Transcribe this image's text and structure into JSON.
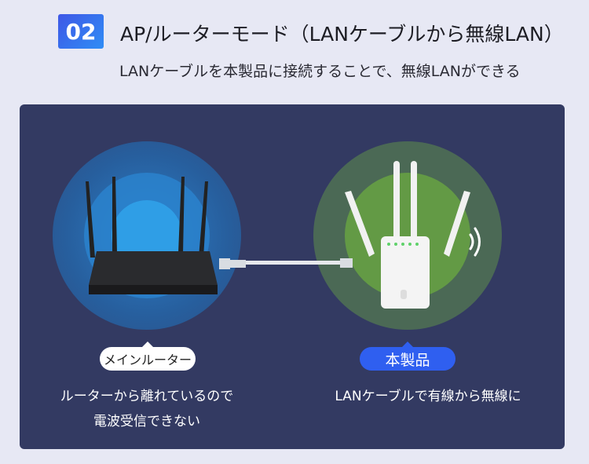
{
  "header": {
    "number": "02",
    "title": "AP/ルーターモード（LANケーブルから無線LAN）",
    "subtitle": "LANケーブルを本製品に接続することで、無線LANができる"
  },
  "left": {
    "label": "メインルーター",
    "desc_line1": "ルーターから離れているので",
    "desc_line2": "電波受信できない"
  },
  "right": {
    "label": "本製品",
    "desc_line1": "LANケーブルで有線から無線に"
  },
  "colors": {
    "panel": "#333a62",
    "accent": "#2f5ff0",
    "router_glow": "#2a8fd8",
    "extender_glow": "#5f9a45"
  }
}
